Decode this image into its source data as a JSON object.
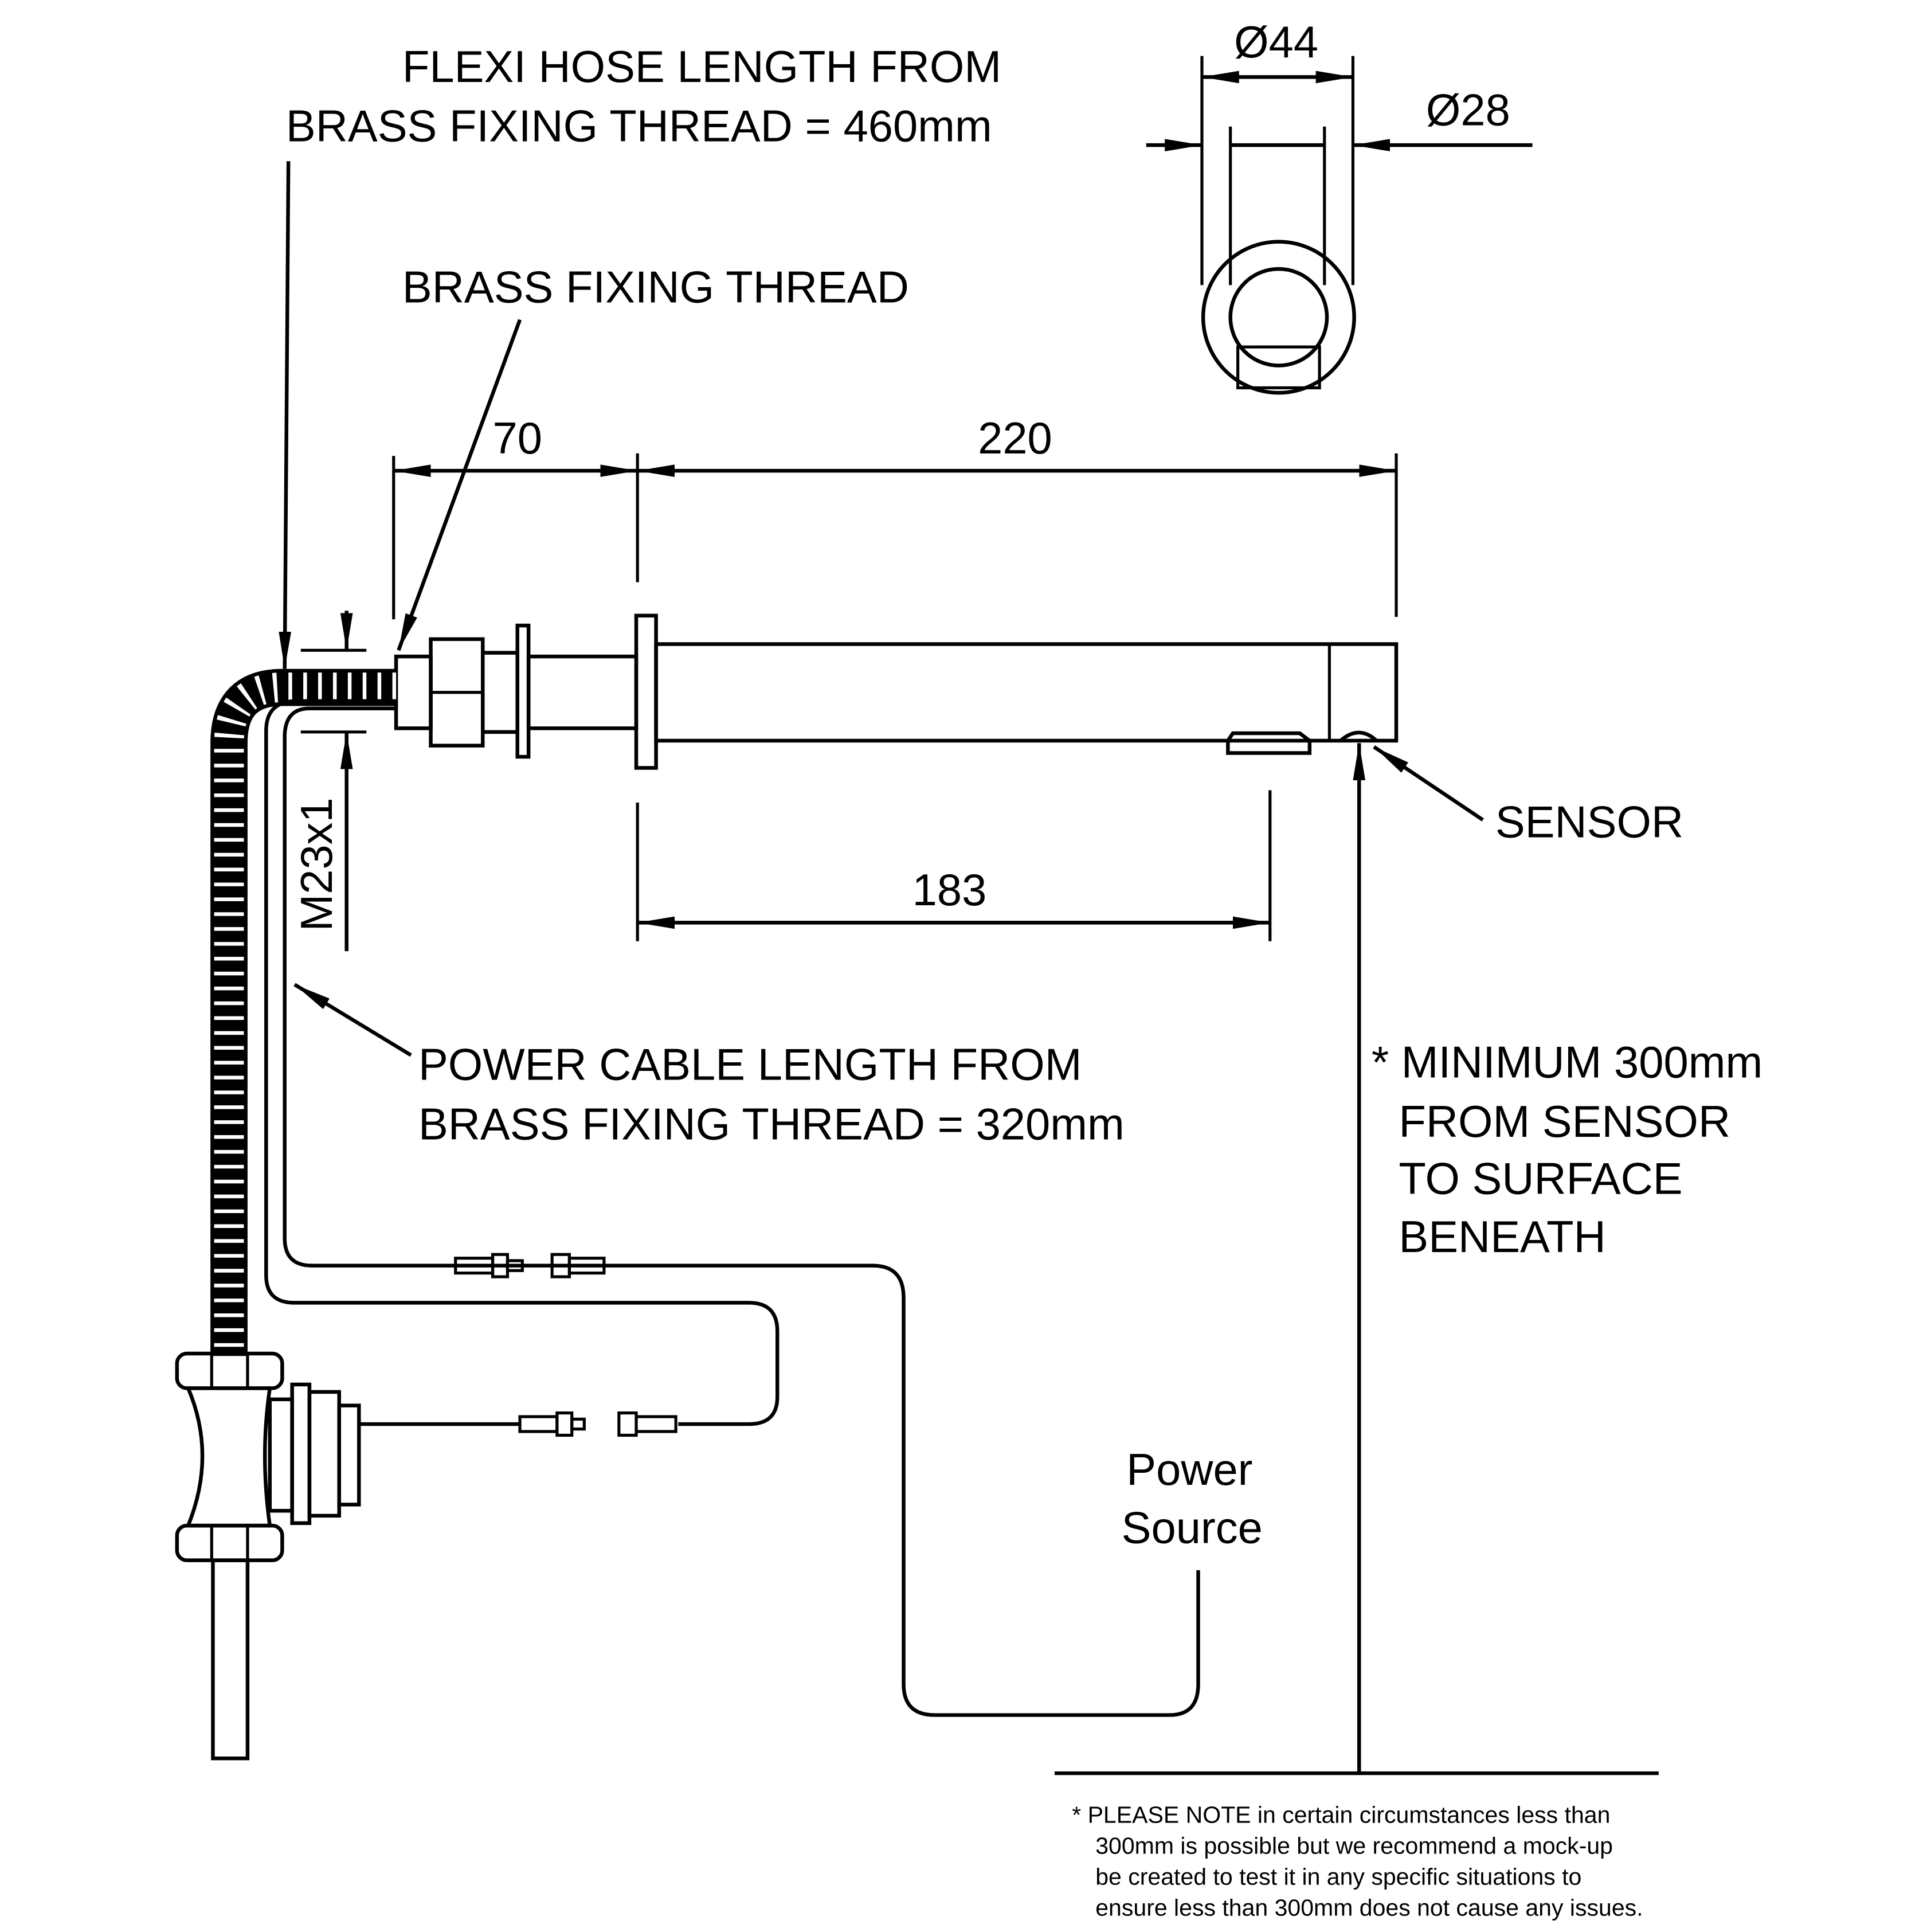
{
  "labels": {
    "flexi_1": "FLEXI HOSE LENGTH FROM",
    "flexi_2": "BRASS FIXING THREAD = 460mm",
    "brass": "BRASS FIXING THREAD",
    "dim_70": "70",
    "dim_220": "220",
    "dim_183": "183",
    "dim_44": "Ø44",
    "dim_28": "Ø28",
    "thread": "M23x1",
    "sensor": "SENSOR",
    "power_1": "POWER CABLE LENGTH FROM",
    "power_2": "BRASS FIXING THREAD = 320mm",
    "min_1": "* MINIMUM 300mm",
    "min_2": "FROM SENSOR",
    "min_3": "TO SURFACE",
    "min_4": "BENEATH",
    "src_1": "Power",
    "src_2": "Source"
  },
  "note": [
    "* PLEASE NOTE in certain circumstances less than",
    "300mm is possible but we recommend a mock-up",
    "be created to test it in any specific situations to",
    "ensure less than 300mm does not cause any issues."
  ]
}
